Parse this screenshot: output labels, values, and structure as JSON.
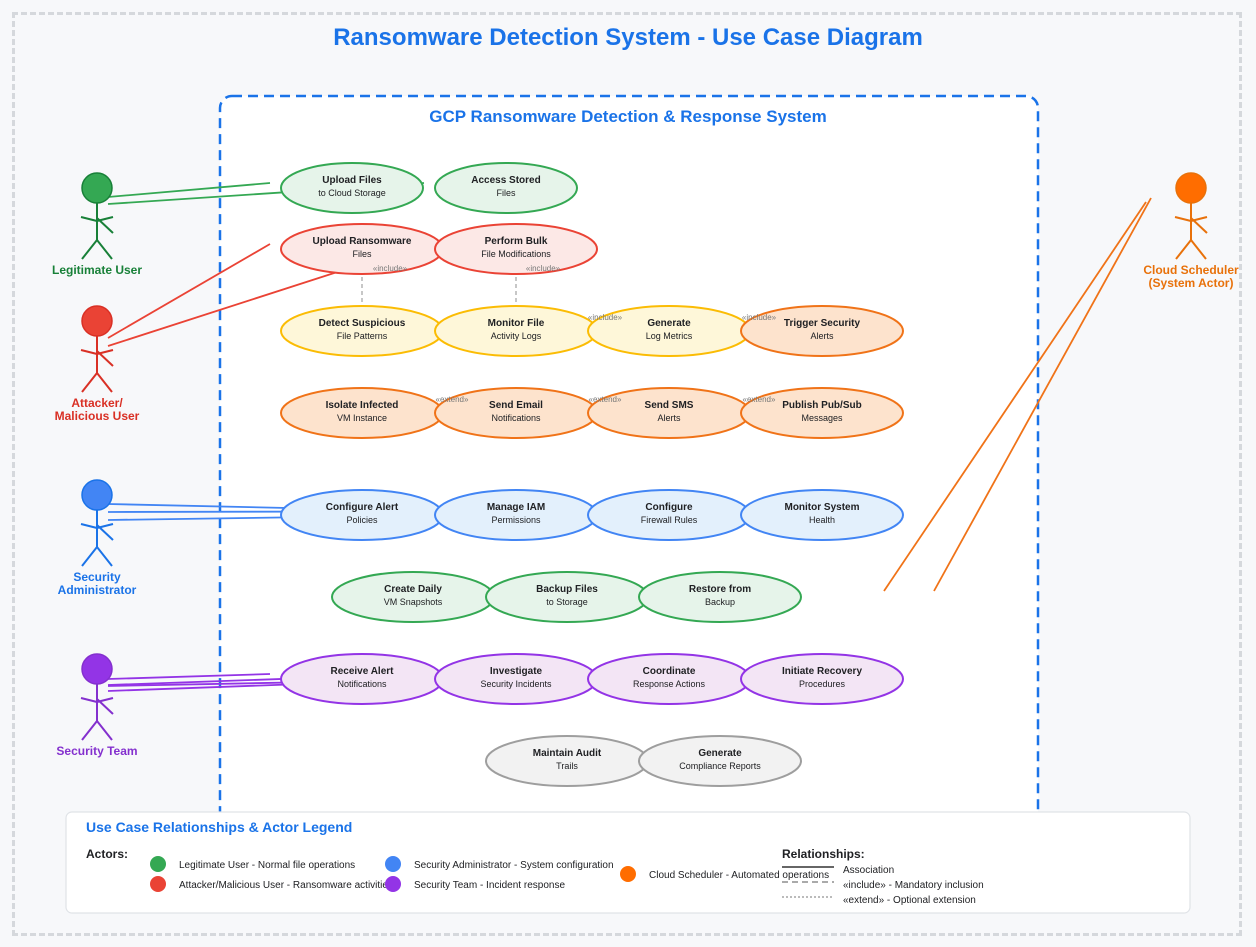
{
  "title": "Ransomware Detection System - Use Case Diagram",
  "system_title": "GCP Ransomware Detection & Response System",
  "colors": {
    "green": "#34a853",
    "red": "#ea4335",
    "blue": "#4285f4",
    "purple": "#9334e6",
    "orange": "#ff6d00",
    "yellow": "#fbbc04",
    "gray": "#9e9e9e"
  },
  "actors": [
    {
      "id": "legit",
      "lines": [
        "Legitimate User"
      ],
      "color": "#34a853",
      "text_color": "#188038"
    },
    {
      "id": "attacker",
      "lines": [
        "Attacker/",
        "Malicious User"
      ],
      "color": "#ea4335",
      "text_color": "#d93025"
    },
    {
      "id": "secadmin",
      "lines": [
        "Security",
        "Administrator"
      ],
      "color": "#4285f4",
      "text_color": "#1a73e8"
    },
    {
      "id": "secteam",
      "lines": [
        "Security Team"
      ],
      "color": "#9334e6",
      "text_color": "#8430ce"
    },
    {
      "id": "scheduler",
      "lines": [
        "Cloud Scheduler",
        "(System Actor)"
      ],
      "color": "#ff6d00",
      "text_color": "#e8710a"
    }
  ],
  "use_cases": [
    {
      "id": "upload",
      "l1": "Upload Files",
      "l2": "to Cloud Storage",
      "style": "green"
    },
    {
      "id": "access",
      "l1": "Access Stored",
      "l2": "Files",
      "style": "green"
    },
    {
      "id": "upload_rw",
      "l1": "Upload Ransomware",
      "l2": "Files",
      "style": "red"
    },
    {
      "id": "bulk",
      "l1": "Perform Bulk",
      "l2": "File Modifications",
      "style": "red"
    },
    {
      "id": "detect",
      "l1": "Detect Suspicious",
      "l2": "File Patterns",
      "style": "yellow"
    },
    {
      "id": "monitor_logs",
      "l1": "Monitor File",
      "l2": "Activity Logs",
      "style": "yellow"
    },
    {
      "id": "gen_metrics",
      "l1": "Generate",
      "l2": "Log Metrics",
      "style": "yellow"
    },
    {
      "id": "trigger",
      "l1": "Trigger Security",
      "l2": "Alerts",
      "style": "orange"
    },
    {
      "id": "isolate",
      "l1": "Isolate Infected",
      "l2": "VM Instance",
      "style": "orange"
    },
    {
      "id": "email",
      "l1": "Send Email",
      "l2": "Notifications",
      "style": "orange"
    },
    {
      "id": "sms",
      "l1": "Send SMS",
      "l2": "Alerts",
      "style": "orange"
    },
    {
      "id": "pubsub",
      "l1": "Publish Pub/Sub",
      "l2": "Messages",
      "style": "orange"
    },
    {
      "id": "cfg_alert",
      "l1": "Configure Alert",
      "l2": "Policies",
      "style": "blue"
    },
    {
      "id": "iam",
      "l1": "Manage IAM",
      "l2": "Permissions",
      "style": "blue"
    },
    {
      "id": "firewall",
      "l1": "Configure",
      "l2": "Firewall Rules",
      "style": "blue"
    },
    {
      "id": "health",
      "l1": "Monitor System",
      "l2": "Health",
      "style": "blue"
    },
    {
      "id": "snapshots",
      "l1": "Create Daily",
      "l2": "VM Snapshots",
      "style": "green"
    },
    {
      "id": "backup",
      "l1": "Backup Files",
      "l2": "to Storage",
      "style": "green"
    },
    {
      "id": "restore",
      "l1": "Restore from",
      "l2": "Backup",
      "style": "green"
    },
    {
      "id": "receive",
      "l1": "Receive Alert",
      "l2": "Notifications",
      "style": "purple"
    },
    {
      "id": "investigate",
      "l1": "Investigate",
      "l2": "Security Incidents",
      "style": "purple"
    },
    {
      "id": "coordinate",
      "l1": "Coordinate",
      "l2": "Response Actions",
      "style": "purple"
    },
    {
      "id": "recovery",
      "l1": "Initiate Recovery",
      "l2": "Procedures",
      "style": "purple"
    },
    {
      "id": "audit",
      "l1": "Maintain Audit",
      "l2": "Trails",
      "style": "gray"
    },
    {
      "id": "compliance",
      "l1": "Generate",
      "l2": "Compliance Reports",
      "style": "gray"
    }
  ],
  "relations": [
    {
      "label": "«include»"
    },
    {
      "label": "«include»"
    },
    {
      "label": "«include»"
    },
    {
      "label": "«include»"
    },
    {
      "label": "«extend»"
    },
    {
      "label": "«extend»"
    },
    {
      "label": "«extend»"
    }
  ],
  "legend": {
    "title": "Use Case Relationships & Actor Legend",
    "actors_heading": "Actors:",
    "actor_items": [
      {
        "text": "Legitimate User - Normal file operations",
        "color": "#34a853"
      },
      {
        "text": "Attacker/Malicious User - Ransomware activities",
        "color": "#ea4335"
      },
      {
        "text": "Security Administrator - System configuration",
        "color": "#4285f4"
      },
      {
        "text": "Security Team - Incident response",
        "color": "#9334e6"
      },
      {
        "text": "Cloud Scheduler - Automated operations",
        "color": "#ff6d00"
      }
    ],
    "relationships_heading": "Relationships:",
    "relationship_items": [
      {
        "text": "Association",
        "style": "solid"
      },
      {
        "text": "«include» - Mandatory inclusion",
        "style": "dashed"
      },
      {
        "text": "«extend» - Optional extension",
        "style": "dotted"
      }
    ]
  }
}
